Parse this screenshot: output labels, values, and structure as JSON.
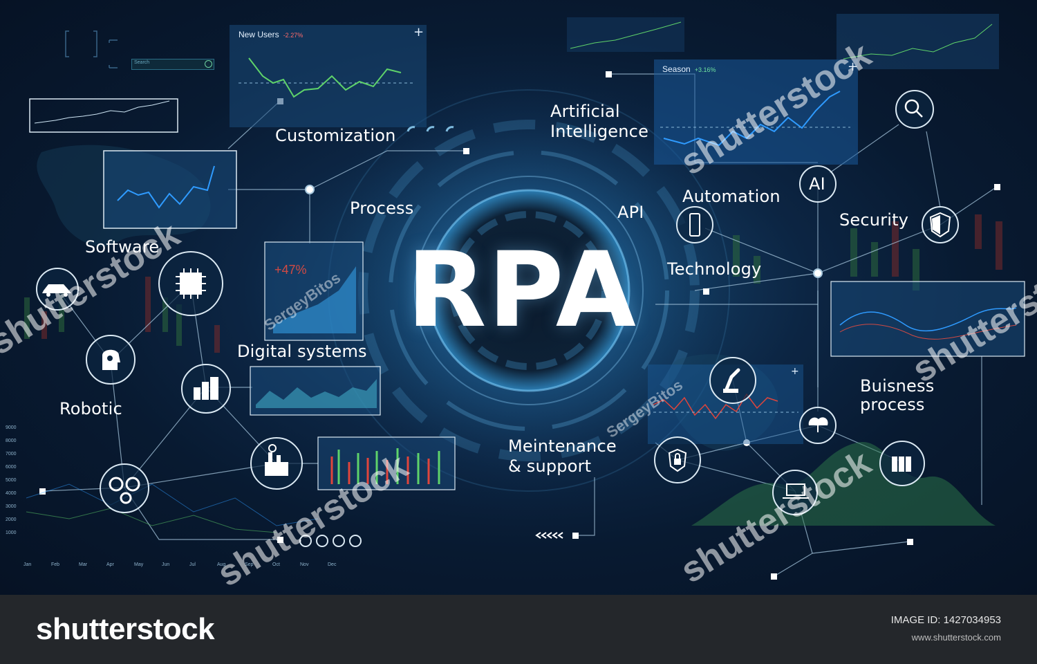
{
  "hero": {
    "title": "RPA"
  },
  "labels": {
    "customization": "Customization",
    "artificial_intelligence": "Artificial Intelligence",
    "process": "Process",
    "api": "API",
    "automation": "Automation",
    "ai": "AI",
    "security": "Security",
    "software": "Software",
    "technology": "Technology",
    "digital_systems": "Digital systems",
    "robotic": "Robotic",
    "buisness_process": "Buisness process",
    "meintenance_support": "Meintenance & support"
  },
  "widgets": {
    "new_users": {
      "title": "New Users",
      "delta": "-2.27%"
    },
    "season": {
      "title": "Season",
      "delta": "+3.16%"
    },
    "growth": {
      "value": "+47%"
    },
    "search": {
      "placeholder": "Search"
    }
  },
  "watermark": {
    "word": "shutterstock",
    "author": "SergeyBitos"
  },
  "footer": {
    "brand": "shutterstock",
    "image_id": "IMAGE ID: 1427034953",
    "site": "www.shutterstock.com"
  },
  "axis_y": [
    "9000",
    "8000",
    "7000",
    "6000",
    "5000",
    "4000",
    "3000",
    "2000",
    "1000"
  ],
  "axis_x": [
    "Jan",
    "Feb",
    "Mar",
    "Apr",
    "May",
    "Jun",
    "Jul",
    "Aug",
    "Sep",
    "Oct",
    "Nov",
    "Dec"
  ],
  "colors": {
    "accent": "#3fa9f5",
    "line_green": "#5fd36a",
    "line_red": "#e0453c",
    "line_blue": "#2f9bff",
    "node_stroke": "#cfe6f5",
    "footer_bg": "#24272b"
  },
  "icons": [
    "search-icon",
    "ai-icon",
    "smartphone-icon",
    "shield-icon",
    "car-icon",
    "chip-icon",
    "robot-head-icon",
    "factory-building-icon",
    "gears-icon",
    "factory-icon",
    "robot-arm-icon",
    "cloud-network-icon",
    "lock-icon",
    "laptop-icon",
    "server-icon",
    "chevrons-left-icon"
  ]
}
